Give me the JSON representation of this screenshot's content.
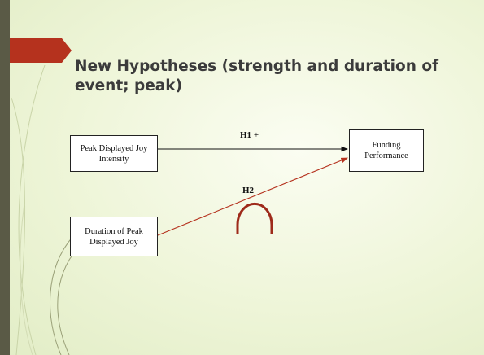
{
  "slide": {
    "title": "New Hypotheses (strength and duration of event; peak)"
  },
  "diagram": {
    "nodes": {
      "joy_intensity": "Peak Displayed Joy Intensity",
      "duration": "Duration of Peak Displayed Joy",
      "funding": "Funding Performance"
    },
    "edges": {
      "h1_label": "H1",
      "h1_sign": "+",
      "h2_label": "H2",
      "h2_shape": "inverted-u-icon"
    }
  },
  "colors": {
    "accent": "#b5321e",
    "h2_line": "#b5321e",
    "h1_line": "#111111",
    "left_bar": "#5a5a46"
  }
}
